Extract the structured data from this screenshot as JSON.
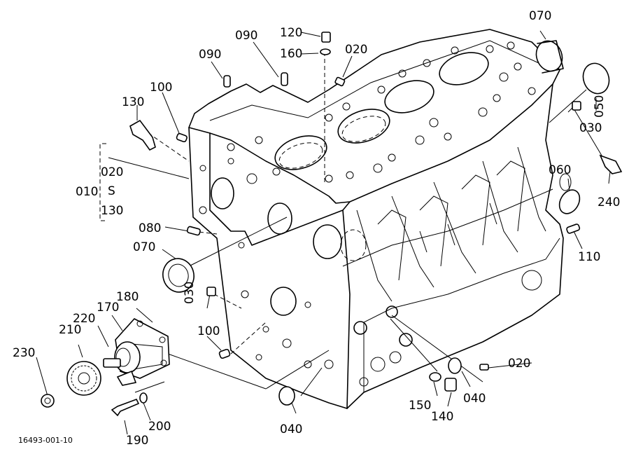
{
  "diagram": {
    "drawing_number": "16493-001-10",
    "group": {
      "label": "010",
      "range_start": "020",
      "range_mark": "S",
      "range_end": "130"
    },
    "callouts": [
      {
        "id": "c120",
        "label": "120"
      },
      {
        "id": "c160",
        "label": "160"
      },
      {
        "id": "c020a",
        "label": "020"
      },
      {
        "id": "c090a",
        "label": "090"
      },
      {
        "id": "c090b",
        "label": "090"
      },
      {
        "id": "c100a",
        "label": "100"
      },
      {
        "id": "c130",
        "label": "130"
      },
      {
        "id": "c070a",
        "label": "070"
      },
      {
        "id": "c050",
        "label": "050"
      },
      {
        "id": "c030a",
        "label": "030"
      },
      {
        "id": "c240",
        "label": "240"
      },
      {
        "id": "c060",
        "label": "060"
      },
      {
        "id": "c110",
        "label": "110"
      },
      {
        "id": "c080",
        "label": "080"
      },
      {
        "id": "c070b",
        "label": "070"
      },
      {
        "id": "c030b",
        "label": "030"
      },
      {
        "id": "c100b",
        "label": "100"
      },
      {
        "id": "c180",
        "label": "180"
      },
      {
        "id": "c170",
        "label": "170"
      },
      {
        "id": "c220",
        "label": "220"
      },
      {
        "id": "c210",
        "label": "210"
      },
      {
        "id": "c230",
        "label": "230"
      },
      {
        "id": "c190",
        "label": "190"
      },
      {
        "id": "c200",
        "label": "200"
      },
      {
        "id": "c020b",
        "label": "020"
      },
      {
        "id": "c040a",
        "label": "040"
      },
      {
        "id": "c150",
        "label": "150"
      },
      {
        "id": "c140",
        "label": "140"
      },
      {
        "id": "c040b",
        "label": "040"
      }
    ]
  }
}
